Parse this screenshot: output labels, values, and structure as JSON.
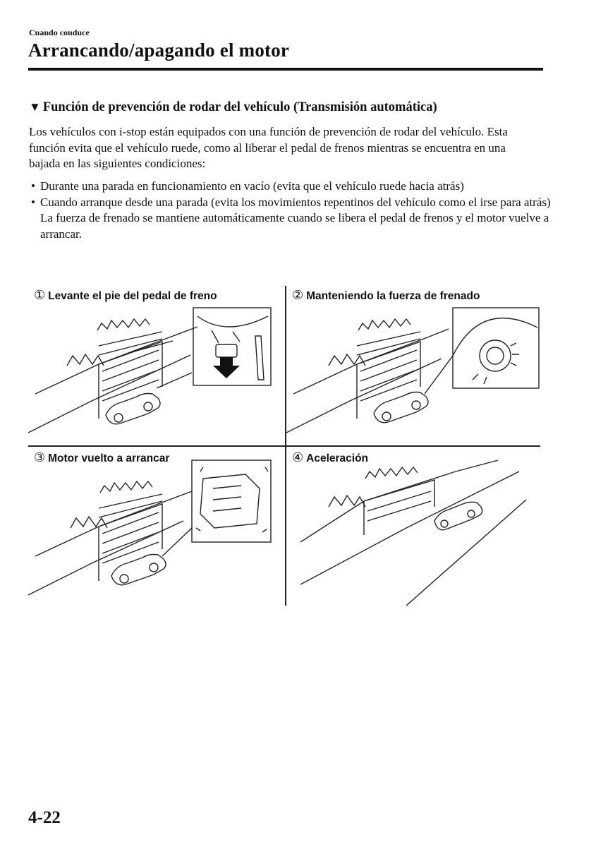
{
  "header": {
    "section": "Cuando conduce",
    "title": "Arrancando/apagando el motor"
  },
  "subheading": "Función de prevención de rodar del vehículo (Transmisión automática)",
  "intro": "Los vehículos con i-stop están equipados con una función de prevención de rodar del vehículo. Esta función evita que el vehículo ruede, como al liberar el pedal de frenos mientras se encuentra en una bajada en las siguientes condiciones:",
  "bullets": [
    {
      "bullet": "•",
      "text": "Durante una parada en funcionamiento en vacío (evita que el vehículo ruede hacia atrás)"
    },
    {
      "bullet": "•",
      "text": "Cuando arranque desde una parada (evita los movimientos repentinos del vehículo como el irse para atrás)"
    }
  ],
  "bullet_note": "La fuerza de frenado se mantiene automáticamente cuando se libera el pedal de frenos y el motor vuelve a arrancar.",
  "figures": [
    {
      "number": "①",
      "caption": "Levante el pie del pedal de freno"
    },
    {
      "number": "②",
      "caption": "Manteniendo la fuerza de frenado"
    },
    {
      "number": "③",
      "caption": "Motor vuelto a arrancar"
    },
    {
      "number": "④",
      "caption": "Aceleración"
    }
  ],
  "page_number": "4-22"
}
